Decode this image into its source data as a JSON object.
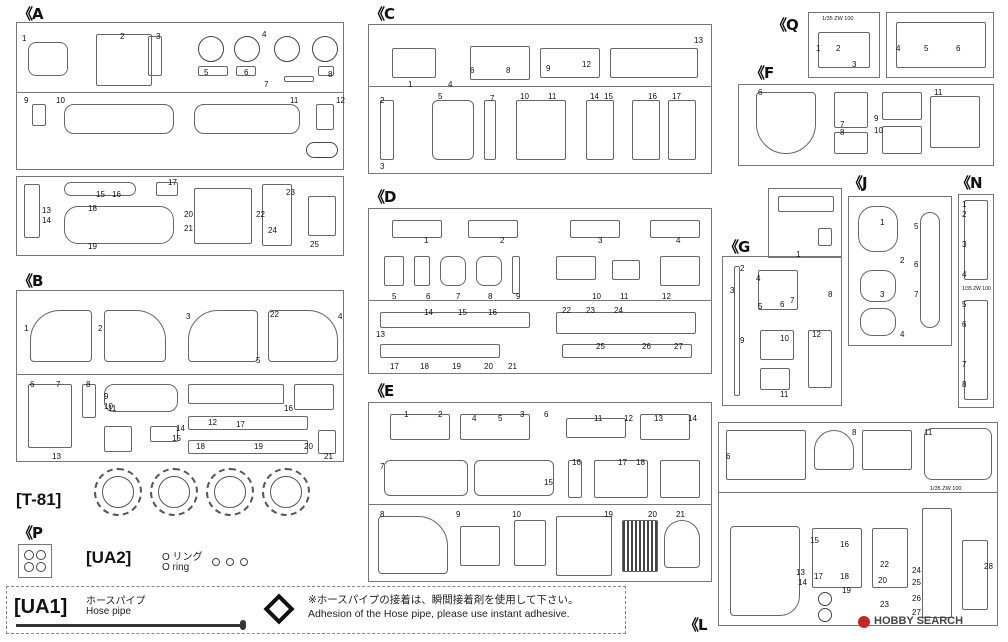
{
  "sprues": {
    "A": "《A",
    "B": "《B",
    "C": "《C",
    "D": "《D",
    "E": "《E",
    "F": "《F",
    "G": "《G",
    "J": "《J",
    "L": "《L",
    "N": "《N",
    "P": "《P",
    "Q": "《Q"
  },
  "brand_marks": {
    "q": "1/35 ZW 100",
    "n": "1/35 ZW 100",
    "l": "1/35 ZW 100"
  },
  "parts": {
    "t81_label": "[T-81]",
    "ua2_label": "[UA2]",
    "ua2_jp": "O リング",
    "ua2_en": "O ring",
    "ua1_label": "[UA1]",
    "ua1_jp": "ホースパイプ",
    "ua1_en": "Hose pipe"
  },
  "notes": {
    "adhesive_jp": "※ホースパイプの接着は、瞬間接着剤を使用して下さい。",
    "adhesive_en": "Adhesion of the Hose pipe, please use instant adhesive."
  },
  "watermark": "HOBBY SEARCH",
  "part_numbers": {
    "A": [
      "1",
      "2",
      "3",
      "4",
      "5",
      "6",
      "7",
      "8",
      "9",
      "10",
      "11",
      "12",
      "13",
      "14",
      "15",
      "16",
      "17",
      "18",
      "19",
      "20",
      "21",
      "22",
      "23",
      "24",
      "25"
    ],
    "B": [
      "1",
      "2",
      "3",
      "4",
      "5",
      "6",
      "7",
      "8",
      "9",
      "10",
      "11",
      "12",
      "13",
      "14",
      "15",
      "16",
      "17",
      "18",
      "19",
      "20",
      "21",
      "22"
    ],
    "C": [
      "1",
      "2",
      "3",
      "4",
      "5",
      "6",
      "7",
      "8",
      "9",
      "10",
      "11",
      "12",
      "13",
      "14",
      "15",
      "16",
      "17"
    ],
    "D": [
      "1",
      "2",
      "3",
      "4",
      "5",
      "6",
      "7",
      "8",
      "9",
      "10",
      "11",
      "12",
      "13",
      "14",
      "15",
      "16",
      "17",
      "18",
      "19",
      "20",
      "21",
      "22",
      "23",
      "24",
      "25",
      "26",
      "27"
    ],
    "E": [
      "1",
      "2",
      "3",
      "4",
      "5",
      "6",
      "7",
      "8",
      "9",
      "10",
      "11",
      "12",
      "13",
      "14",
      "15",
      "16",
      "17",
      "18",
      "19",
      "20",
      "21"
    ],
    "F": [
      "6",
      "7",
      "8",
      "9",
      "10",
      "11"
    ],
    "G": [
      "1",
      "2",
      "3",
      "4",
      "5",
      "6",
      "7",
      "8",
      "9",
      "10",
      "11",
      "12"
    ],
    "J": [
      "1",
      "2",
      "3",
      "4",
      "5",
      "6",
      "7"
    ],
    "N": [
      "1",
      "2",
      "3",
      "4",
      "5",
      "6",
      "7",
      "8"
    ],
    "Q": [
      "1",
      "2",
      "3",
      "4",
      "5",
      "6"
    ],
    "L": [
      "6",
      "8",
      "11",
      "13",
      "14",
      "15",
      "16",
      "17",
      "18",
      "19",
      "20",
      "22",
      "23",
      "24",
      "25",
      "26",
      "27",
      "28"
    ]
  }
}
